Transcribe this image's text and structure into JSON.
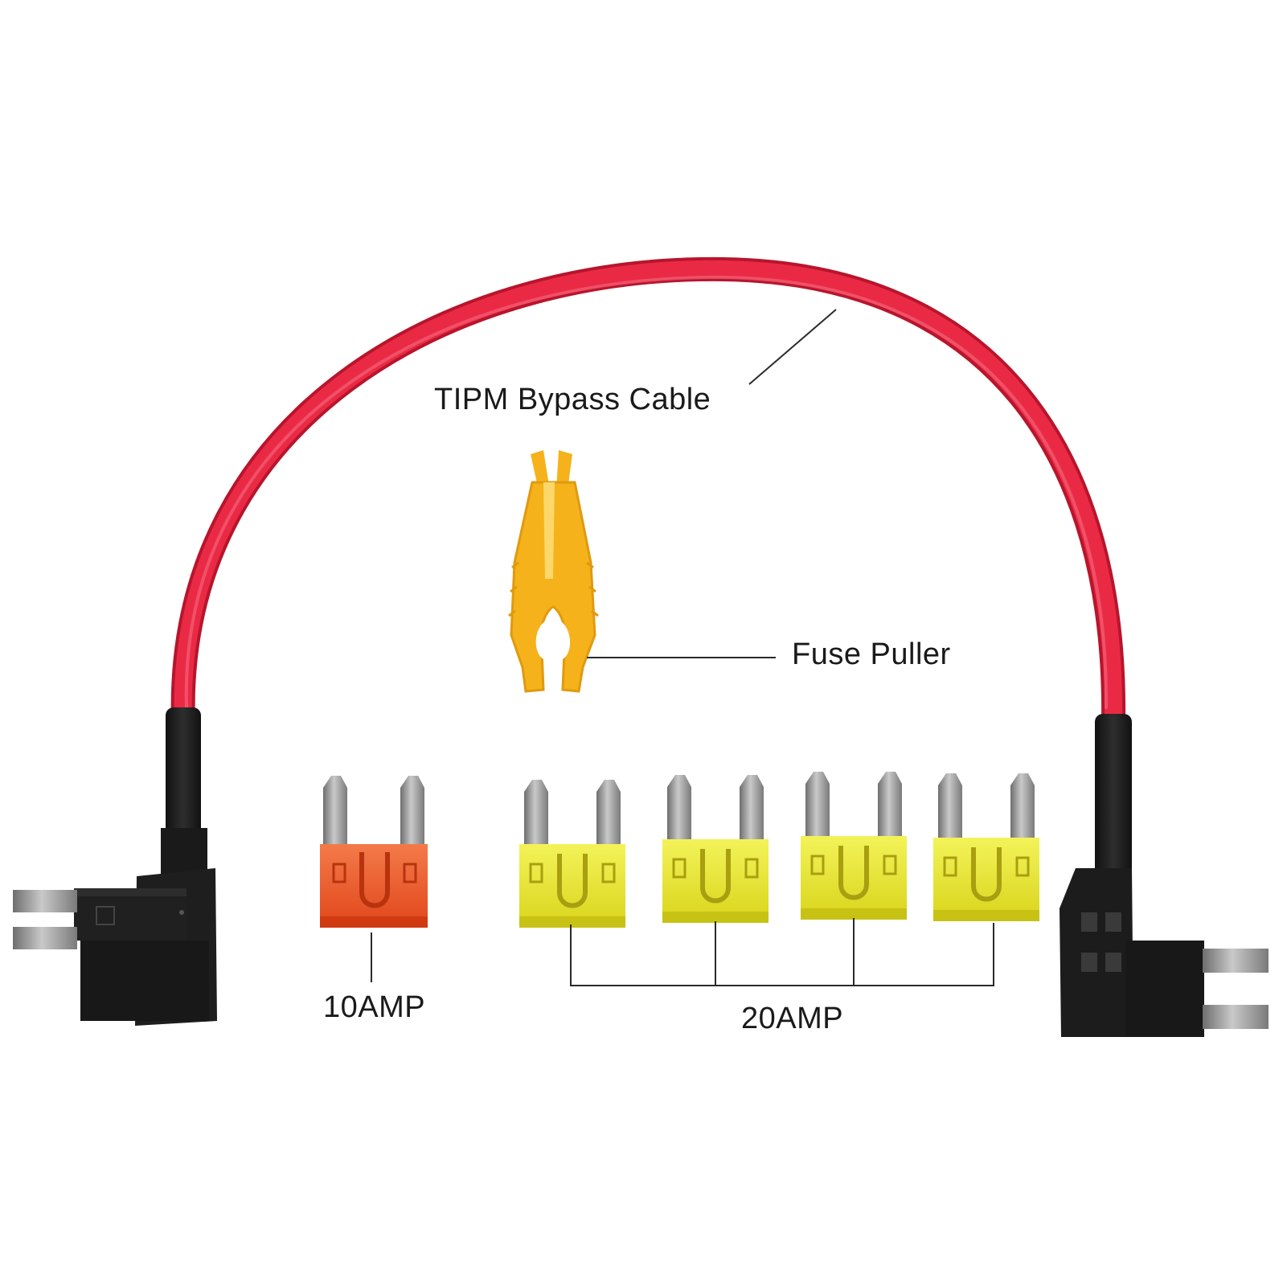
{
  "labels": {
    "cable": "TIPM Bypass Cable",
    "puller": "Fuse Puller",
    "fuse_10": "10AMP",
    "fuse_20": "20AMP"
  },
  "colors": {
    "cable_red": "#e8223f",
    "cable_red_dark": "#b8152c",
    "sleeve_black": "#1c1c1c",
    "puller_orange": "#f5b21a",
    "fuse_red": "#f0541e",
    "fuse_yellow": "#ecec2e",
    "blade_gray": "#9a9a9a",
    "leader_line": "#2a2a2a"
  },
  "items": {
    "fuses_20a_count": 4,
    "fuses_10a_count": 1
  }
}
